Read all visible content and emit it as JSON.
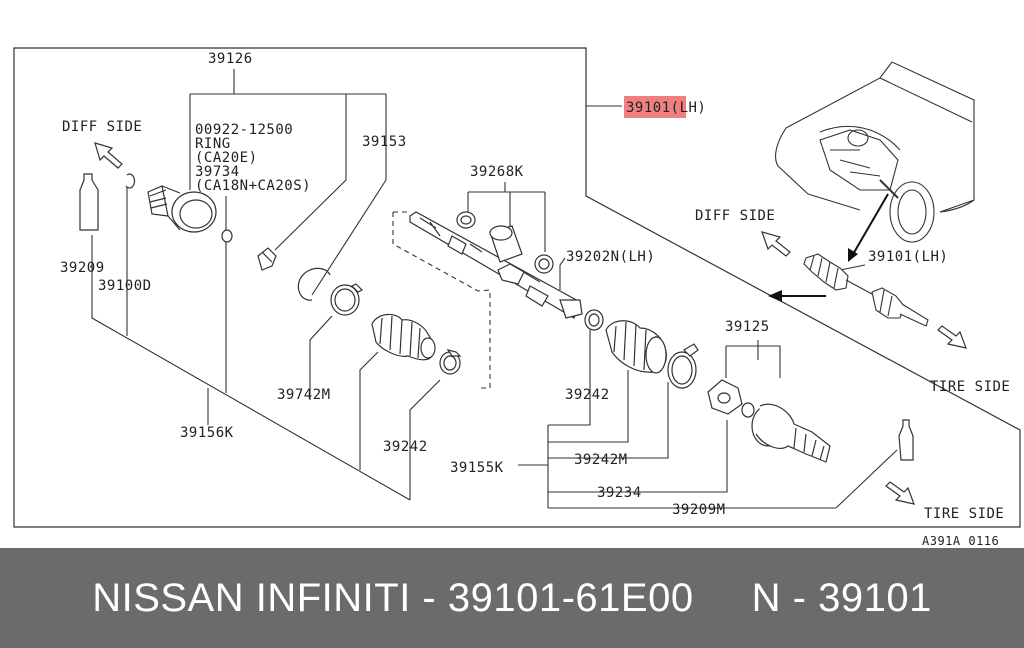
{
  "diagram": {
    "highlight_color": "#f08080",
    "labels": {
      "l_39126": "39126",
      "l_39101_lh_main": "39101(LH)",
      "l_diff_side_left": "DIFF SIDE",
      "l_00922_12500": "00922-12500",
      "l_ring": "RING",
      "l_ca20e": "(CA20E)",
      "l_39734": "39734",
      "l_ca18n_ca20s": "(CA18N+CA20S)",
      "l_39153": "39153",
      "l_39268k": "39268K",
      "l_diff_side_right": "DIFF SIDE",
      "l_39101_lh_inset": "39101(LH)",
      "l_39209": "39209",
      "l_39100d": "39100D",
      "l_39202n_lh": "39202N(LH)",
      "l_39125": "39125",
      "l_39742m": "39742M",
      "l_39242_left": "39242",
      "l_39242_mid": "39242",
      "l_tire_side_upper": "TIRE SIDE",
      "l_39156k": "39156K",
      "l_39155k": "39155K",
      "l_39242m": "39242M",
      "l_39234": "39234",
      "l_39209m": "39209M",
      "l_tire_side_lower": "TIRE SIDE",
      "l_code": "A391A 0116"
    }
  },
  "footer": {
    "text": "NISSAN INFINITI - 39101-61E00     N - 39101",
    "background": "#6b6b6b"
  }
}
